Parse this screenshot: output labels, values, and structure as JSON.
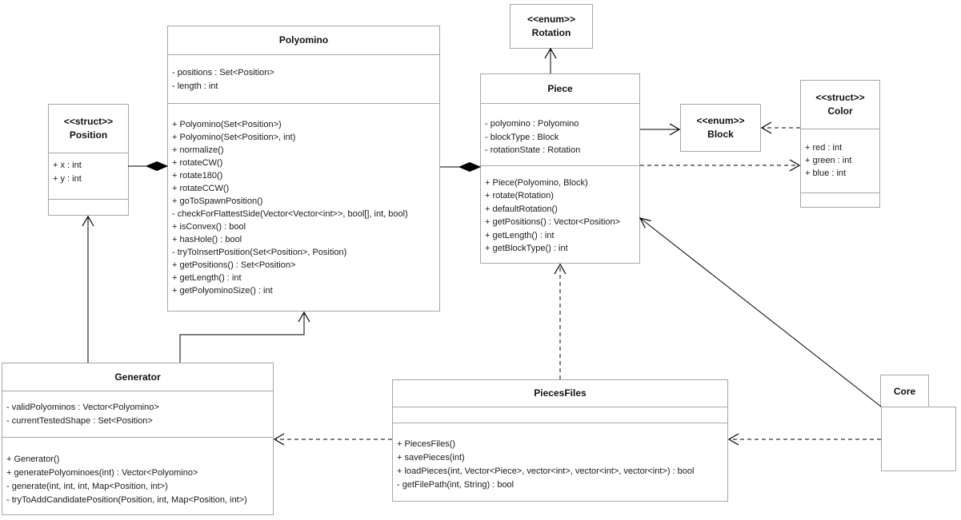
{
  "classes": {
    "polyomino": {
      "title": "Polyomino",
      "attributes": [
        "- positions : Set<Position>",
        "- length : int"
      ],
      "methods": [
        "+ Polyomino(Set<Position>)",
        "+ Polyomino(Set<Position>, int)",
        "+ normalize()",
        "+ rotateCW()",
        "+ rotate180()",
        "+ rotateCCW()",
        "+ goToSpawnPosition()",
        "- checkForFlattestSide(Vector<Vector<int>>, bool[], int, bool)",
        "+ isConvex() : bool",
        "+ hasHole() : bool",
        "- tryToInsertPosition(Set<Position>, Position)",
        "+ getPositions() : Set<Position>",
        "+ getLength() : int",
        "+ getPolyominoSize() : int"
      ]
    },
    "rotation": {
      "stereotype": "<<enum>>",
      "title": "Rotation"
    },
    "piece": {
      "title": "Piece",
      "attributes": [
        "- polyomino : Polyomino",
        "- blockType : Block",
        "- rotationState : Rotation"
      ],
      "methods": [
        "+ Piece(Polyomino, Block)",
        "+ rotate(Rotation)",
        "+ defaultRotation()",
        "+ getPositions() : Vector<Position>",
        "+ getLength() : int",
        "+ getBlockType() : int"
      ]
    },
    "block": {
      "stereotype": "<<enum>>",
      "title": "Block"
    },
    "color": {
      "stereotype": "<<struct>>",
      "title": "Color",
      "attributes": [
        "+ red : int",
        "+ green : int",
        "+ blue : int"
      ]
    },
    "position": {
      "stereotype": "<<struct>>",
      "title": "Position",
      "attributes": [
        "+ x : int",
        "+ y : int"
      ]
    },
    "generator": {
      "title": "Generator",
      "attributes": [
        "- validPolyominos : Vector<Polyomino>",
        "- currentTestedShape : Set<Position>"
      ],
      "methods": [
        "+ Generator()",
        "+ generatePolyominoes(int) : Vector<Polyomino>",
        "- generate(int, int, int, Map<Position, int>)",
        "- tryToAddCandidatePosition(Position, int, Map<Position, int>)"
      ]
    },
    "piecesfiles": {
      "title": "PiecesFiles",
      "methods": [
        "+ PiecesFiles()",
        "+ savePieces(int)",
        "+ loadPieces(int, Vector<Piece>, vector<int>, vector<int>, vector<int>) : bool",
        "- getFilePath(int, String) : bool"
      ]
    },
    "core": {
      "title": "Core"
    }
  },
  "colors": {
    "border": "#a6a6a6",
    "line": "#000000",
    "background": "#ffffff"
  }
}
